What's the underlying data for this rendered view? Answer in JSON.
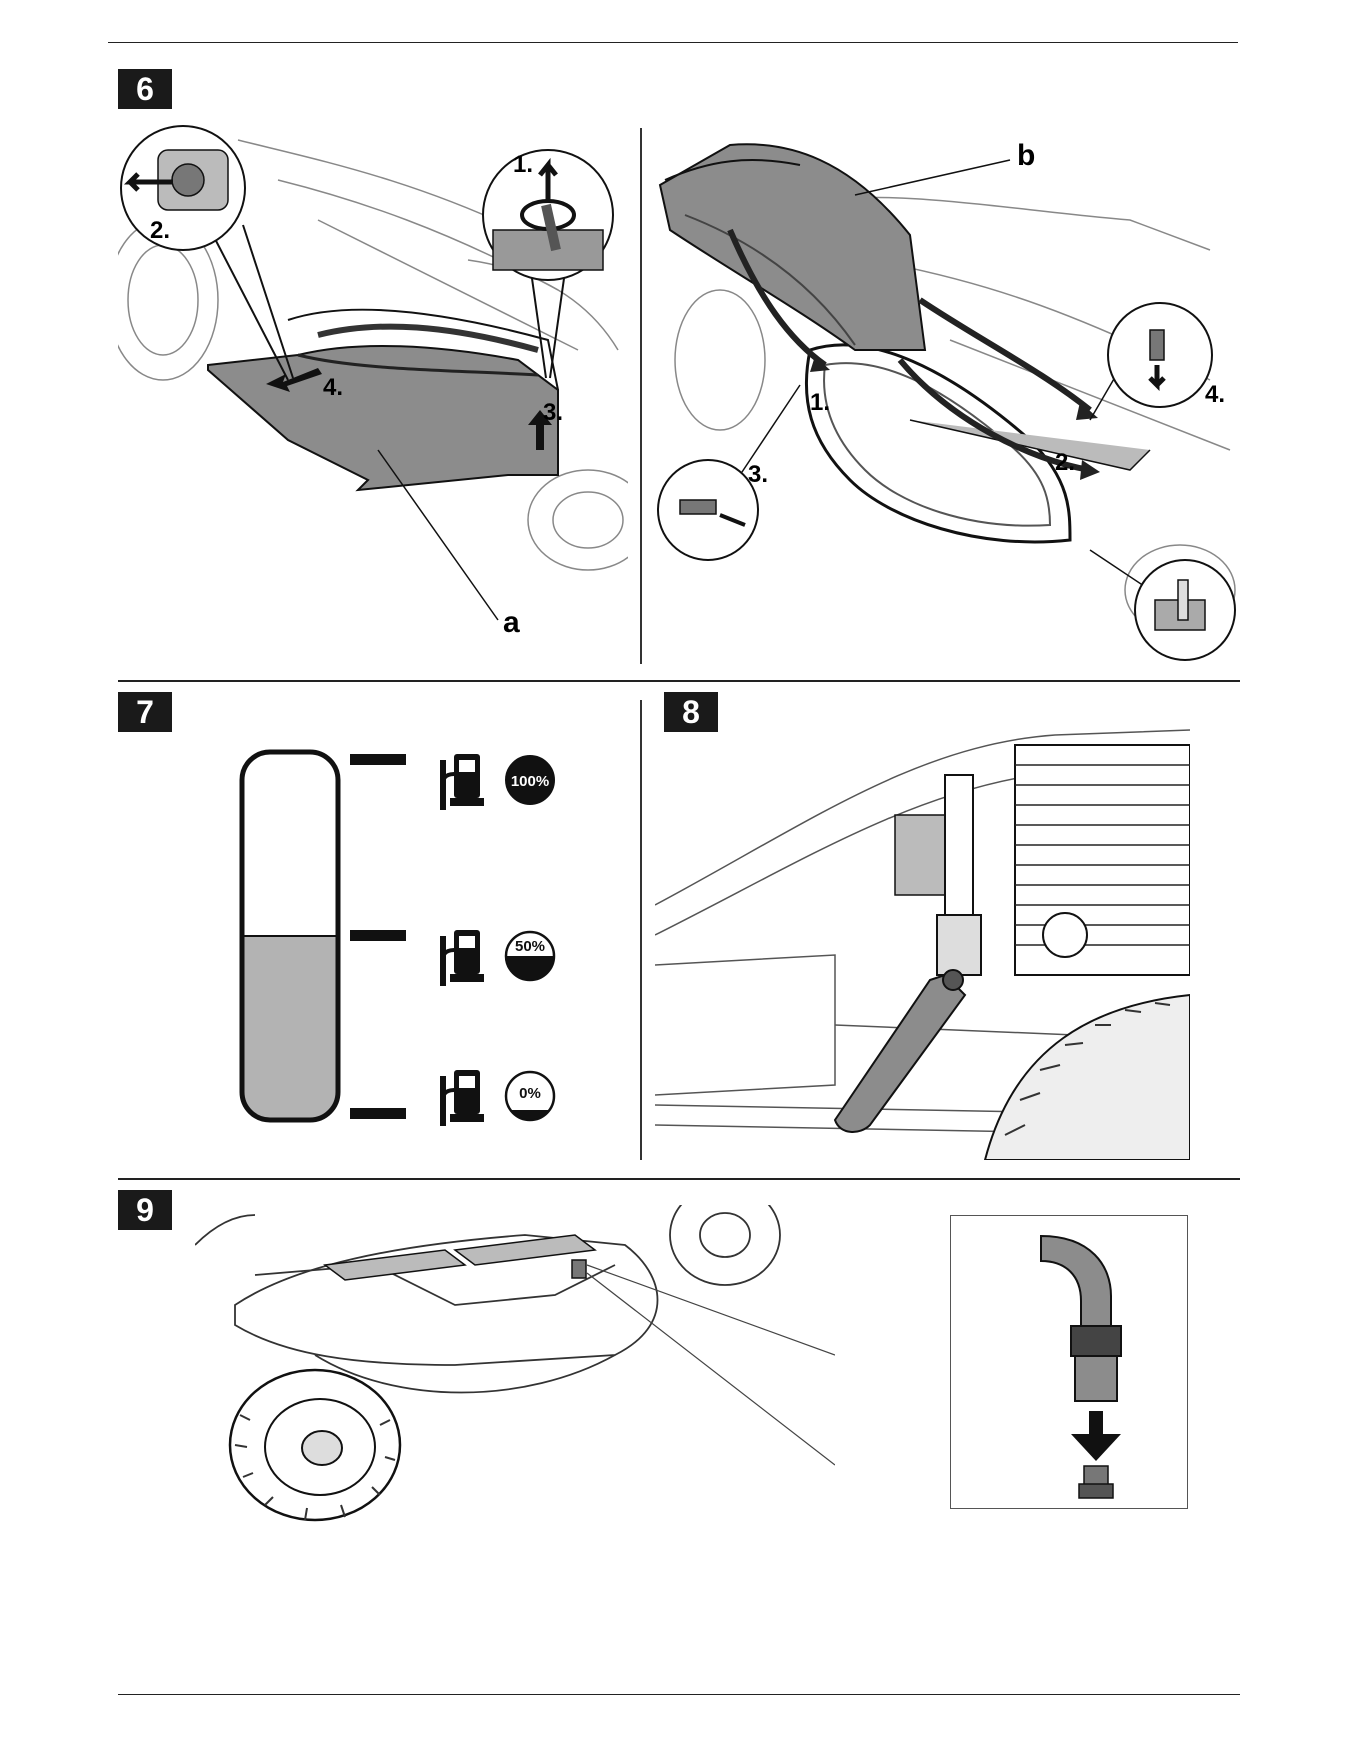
{
  "figures": {
    "fig6": {
      "number": "6",
      "left": {
        "steps": [
          "1.",
          "2.",
          "3.",
          "4."
        ],
        "part_label": "a"
      },
      "right": {
        "steps": [
          "1.",
          "2.",
          "3.",
          "4."
        ],
        "part_label": "b"
      }
    },
    "fig7": {
      "number": "7",
      "fuel_level": 0.5,
      "badges": [
        {
          "label": "100%"
        },
        {
          "label": "50%"
        },
        {
          "label": "0%"
        }
      ]
    },
    "fig8": {
      "number": "8"
    },
    "fig9": {
      "number": "9"
    }
  },
  "icons": [
    "fuel-pump-icon",
    "arrow-icon",
    "rotate-icon"
  ],
  "colors": {
    "ink": "#1a1a1a",
    "fill_gray": "#8c8c8c",
    "tank_fill": "#b3b3b3"
  }
}
